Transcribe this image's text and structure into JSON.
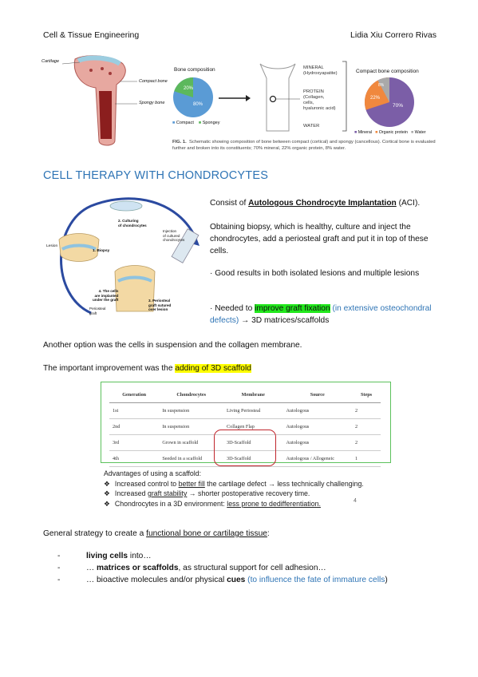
{
  "header": {
    "course": "Cell & Tissue Engineering",
    "author": "Lidia Xiu Correro Rivas"
  },
  "figure1": {
    "bone_labels": {
      "cartilage": "Cartilage",
      "compact": "Compact bone",
      "spongy": "Spongy bone"
    },
    "pie_left": {
      "title": "Bone composition",
      "values": [
        {
          "label": "Compact",
          "pct": "80%",
          "color": "#5a9bd5"
        },
        {
          "label": "Spongey",
          "pct": "20%",
          "color": "#5cb85c"
        }
      ]
    },
    "constituents": {
      "mineral": "MINERAL\n(Hydroxyapatite)",
      "protein": "PROTEIN\n(Collagen,\ncells,\nhyaluronic acid)",
      "water": "WATER"
    },
    "pie_right": {
      "title": "Compact bone composition",
      "values": [
        {
          "label": "Mineral",
          "pct": "70%",
          "color": "#7b5ea7"
        },
        {
          "label": "Organic protein",
          "pct": "22%",
          "color": "#f0883e"
        },
        {
          "label": "Water",
          "pct": "8%",
          "color": "#a9a9a9"
        }
      ]
    },
    "caption_bold": "FIG. 1.",
    "caption_text": "Schematic showing composition of bone between compact (cortical) and spongy (cancellous). Cortical bone is evaluated further and broken into its constituents; 70% mineral, 22% organic protein, 8% water."
  },
  "section_title": "CELL THERAPY WITH CHONDROCYTES",
  "cycle_labels": {
    "culturing": "2. Culturing\nof chondrocytes",
    "injection": "Injection\nof cultured\nchondrocytes",
    "biopsy": "1. Biopsy",
    "lesion": "Lesion",
    "implanted": "4. The cells\nare implanted\nunder the graft",
    "periosteal": "Periosteal\ngraft",
    "sutured": "3. Periosteal\ngraft sutured\nover lesion"
  },
  "aci": {
    "intro_pre": "Consist of ",
    "intro_link": "Autologous Chondrocyte Implantation",
    "intro_post": " (ACI).",
    "p2": "Obtaining biopsy, which is healthy, culture and inject the chondrocytes, add a periosteal graft and put it in top of these cells.",
    "p3": "· Good results in both isolated lesions and multiple lesions",
    "p4_pre": "· Needed to ",
    "p4_hl": "improve graft fixation",
    "p4_blue": " (in extensive osteochondral defects)",
    "p4_post": " → 3D matrices/scaffolds"
  },
  "another": "Another option was the cells in suspension and the collagen membrane.",
  "improvement_pre": "The important improvement was the ",
  "improvement_hl": "adding of 3D scaffold",
  "table": {
    "headers": [
      "Generation",
      "Chondrocytes",
      "Membrane",
      "Source",
      "Steps"
    ],
    "rows": [
      [
        "1st",
        "In suspension",
        "Living Periosteal",
        "Autologous",
        "2"
      ],
      [
        "2nd",
        "In suspension",
        "Collagen Flap",
        "Autologous",
        "2"
      ],
      [
        "3rd",
        "Grown in scaffold",
        "3D-Scaffold",
        "Autologous",
        "2"
      ],
      [
        "4th",
        "Seeded in a scaffold",
        "3D-Scaffold",
        "Autologous / Allogeneic",
        "1"
      ]
    ]
  },
  "advantages": {
    "title": "Advantages of using a scaffold:",
    "b1_pre": "Increased control to ",
    "b1_u": "better fill",
    "b1_post": " the cartilage defect → less technically challenging.",
    "b2_pre": "Increased ",
    "b2_u": "graft stability",
    "b2_post": " → shorter postoperative recovery time.",
    "b3_pre": "Chondrocytes in a 3D environment: ",
    "b3_u": "less prone to dedifferentiation.",
    "page_num": "4"
  },
  "strategy": {
    "pre": "General strategy to create a ",
    "u": "functional bone or cartilage tissue",
    "post": ":",
    "items": [
      {
        "bold": "living cells",
        "rest": " into…"
      },
      {
        "pre": "… ",
        "bold": "matrices or scaffolds",
        "rest": ", as structural support for cell adhesion…"
      },
      {
        "pre": "… bioactive molecules and/or physical ",
        "bold": "cues",
        "blue": " (to influence the fate of immature cells",
        "post": ")"
      }
    ]
  }
}
